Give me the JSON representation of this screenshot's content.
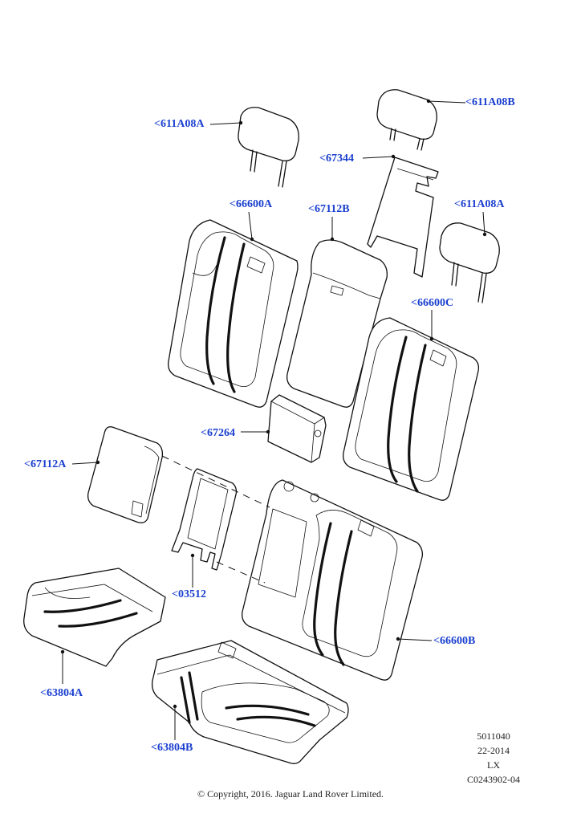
{
  "labels": {
    "l1": "<611A08A",
    "l2": "<611A08B",
    "l3": "<67344",
    "l4": "<66600A",
    "l5": "<67112B",
    "l6": "<611A08A",
    "l7": "<66600C",
    "l8": "<67264",
    "l9": "<67112A",
    "l10": "<03512",
    "l11": "<66600B",
    "l12": "<63804A",
    "l13": "<63804B"
  },
  "drawing_info": {
    "number": "5011040",
    "date": "22-2014",
    "model": "LX",
    "code": "C0243902-04"
  },
  "copyright": "© Copyright, 2016. Jaguar Land Rover Limited."
}
